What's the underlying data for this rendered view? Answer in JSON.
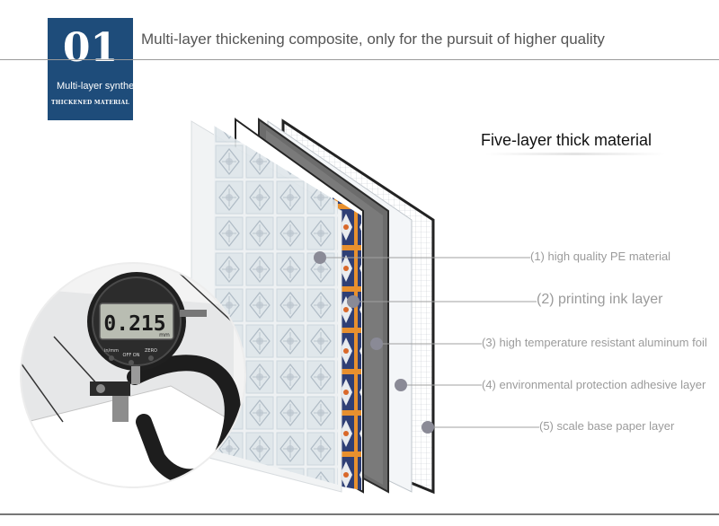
{
  "badge": {
    "number": "01",
    "subtitle": "Multi-layer synthe",
    "small_text": "THICKENED MATERIAL"
  },
  "header": {
    "title": "Multi-layer thickening composite, only for the pursuit of higher quality"
  },
  "section": {
    "title": "Five-layer thick material"
  },
  "layers": [
    {
      "label": "(1) high quality PE material"
    },
    {
      "label": "(2) printing ink layer"
    },
    {
      "label": "(3) high temperature resistant aluminum foil"
    },
    {
      "label": "(4) environmental protection adhesive layer"
    },
    {
      "label": "(5) scale base paper layer"
    }
  ],
  "gauge": {
    "reading": "0.215",
    "unit": "mm",
    "buttons": [
      "in/mm",
      "OFF ON",
      "ZERO"
    ]
  },
  "colors": {
    "badge_blue": "#1e4c7a",
    "label_gray": "#9b9b9b",
    "marker_gray": "#8a8a96"
  }
}
